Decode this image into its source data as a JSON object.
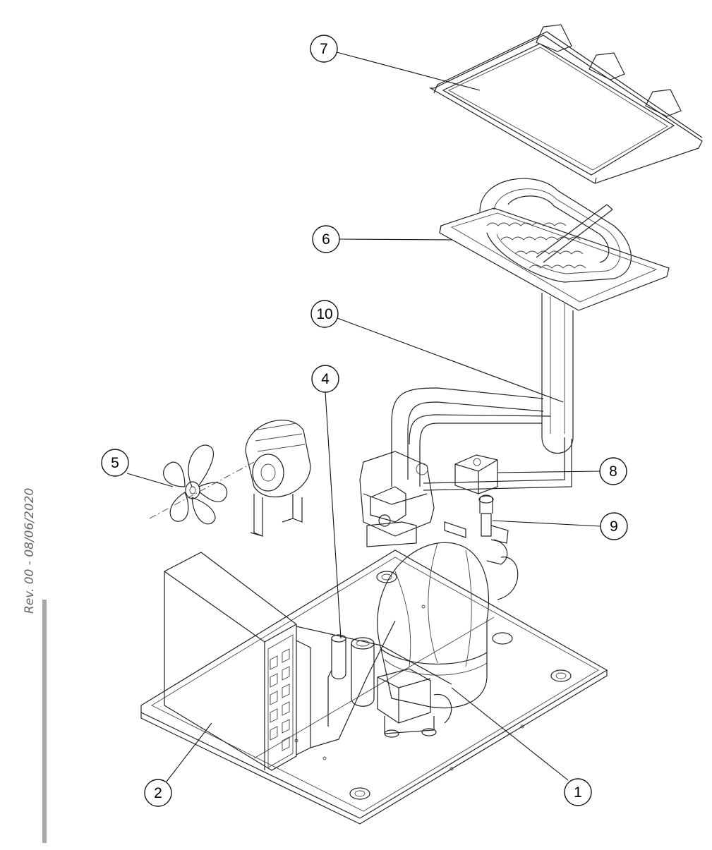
{
  "revision": "Rev. 00  -  08/06/2020",
  "callouts": [
    {
      "id": "1",
      "label": "1"
    },
    {
      "id": "2",
      "label": "2"
    },
    {
      "id": "4",
      "label": "4"
    },
    {
      "id": "5",
      "label": "5"
    },
    {
      "id": "6",
      "label": "6"
    },
    {
      "id": "7",
      "label": "7"
    },
    {
      "id": "8",
      "label": "8"
    },
    {
      "id": "9",
      "label": "9"
    },
    {
      "id": "10",
      "label": "10"
    }
  ],
  "colors": {
    "line": "#222222",
    "revision_bar": "#a9a9a9",
    "revision_text": "#666666"
  }
}
